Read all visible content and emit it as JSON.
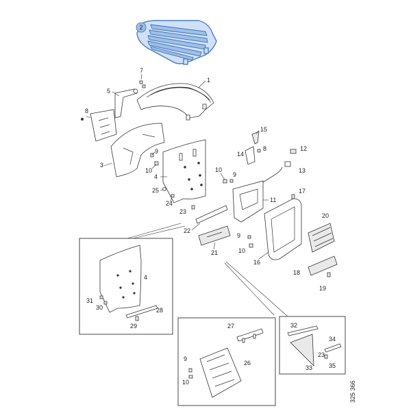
{
  "diagram": {
    "callouts": {
      "c1": "1",
      "c2": "2",
      "c3": "3",
      "c4": "4",
      "c5": "5",
      "c7": "7",
      "c8": "8",
      "c9": "9",
      "c10": "10",
      "c11": "11",
      "c12": "12",
      "c13": "13",
      "c14": "14",
      "c15": "15",
      "c16": "16",
      "c17": "17",
      "c18": "18",
      "c19": "19",
      "c20": "20",
      "c21": "21",
      "c22": "22",
      "c23": "23",
      "c24": "24",
      "c25": "25",
      "c26": "26",
      "c27": "27",
      "c28": "28",
      "c29": "29",
      "c30": "30",
      "c31": "31",
      "c32": "32",
      "c33": "33",
      "c34": "34",
      "c35": "35"
    },
    "reference_code": "325 366",
    "highlight_color": "#9dbfe8",
    "highlighted_part": "2"
  }
}
